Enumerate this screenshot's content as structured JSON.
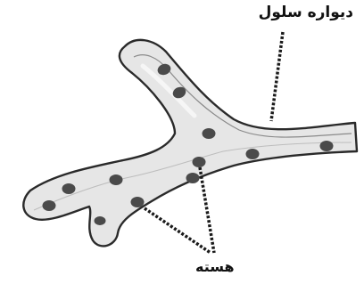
{
  "labels": {
    "cell_wall": "دیواره سلول",
    "nucleus": "هسته"
  },
  "colors": {
    "outline": "#2a2a2a",
    "cell_fill": "#e6e6e6",
    "cell_highlight": "#f6f6f6",
    "nucleus": "#4a4a4a",
    "pointer": "#1a1a1a"
  },
  "nucleus_count": 12
}
